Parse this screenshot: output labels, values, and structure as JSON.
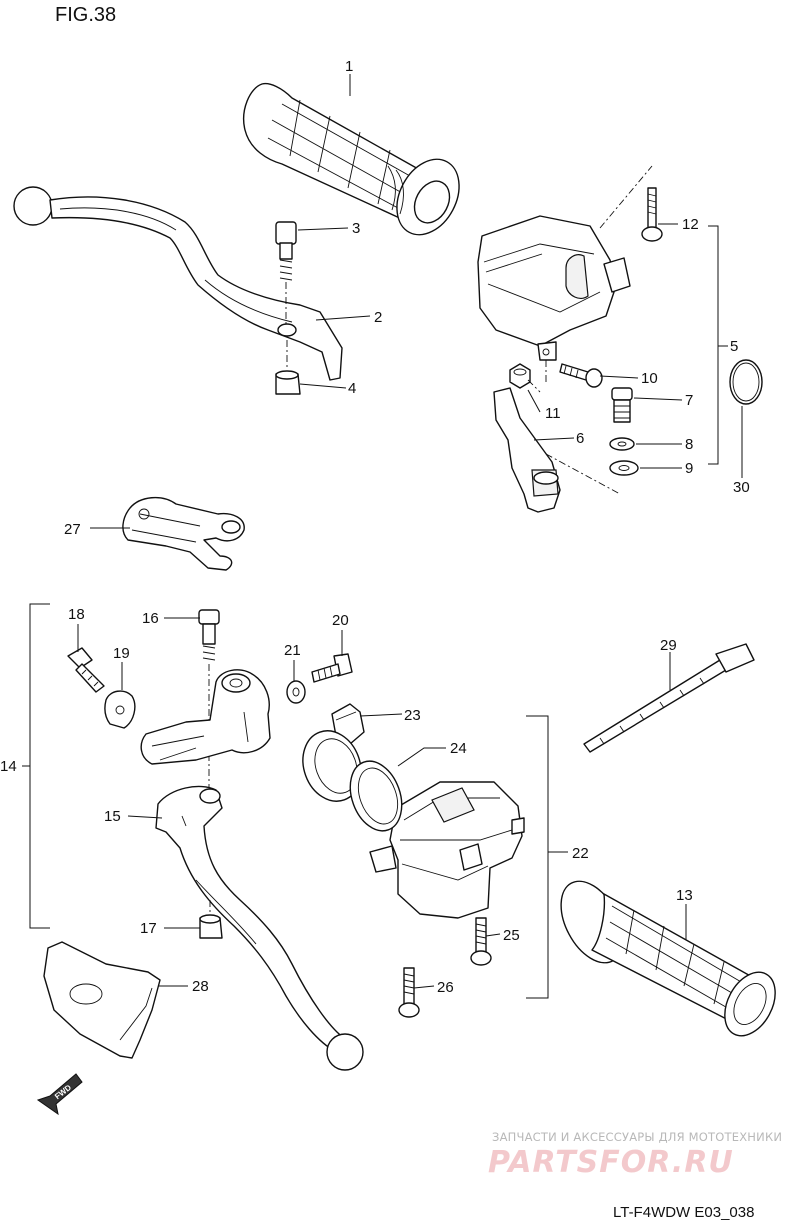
{
  "figure": {
    "title": "FIG.38",
    "code": "LT-F4WDW E03_038"
  },
  "callouts": {
    "p1": "1",
    "p2": "2",
    "p3": "3",
    "p4": "4",
    "p5": "5",
    "p6": "6",
    "p7": "7",
    "p8": "8",
    "p9": "9",
    "p10": "10",
    "p11": "11",
    "p12": "12",
    "p13": "13",
    "p14": "14",
    "p15": "15",
    "p16": "16",
    "p17": "17",
    "p18": "18",
    "p19": "19",
    "p20": "20",
    "p21": "21",
    "p22": "22",
    "p23": "23",
    "p24": "24",
    "p25": "25",
    "p26": "26",
    "p27": "27",
    "p28": "28",
    "p29": "29",
    "p30": "30"
  },
  "direction_badge": "FWD",
  "watermark": {
    "tagline": "ЗАПЧАСТИ И АКСЕССУАРЫ ДЛЯ МОТОТЕХНИКИ",
    "brand": "PARTSFOR.RU"
  }
}
